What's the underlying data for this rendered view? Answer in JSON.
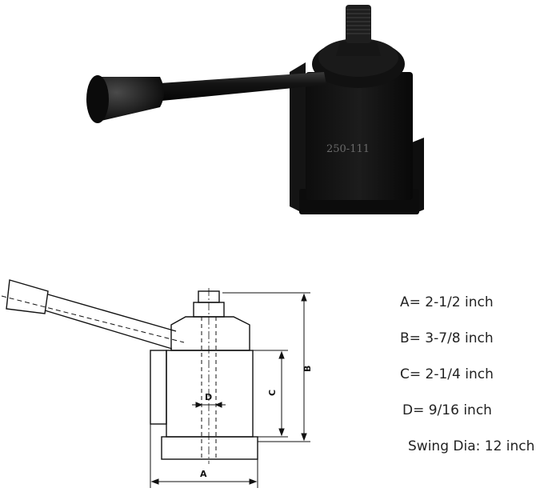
{
  "product": {
    "engraving": "250-111"
  },
  "drawing_labels": {
    "a": "A",
    "b": "B",
    "c": "C",
    "d": "D"
  },
  "specs": [
    {
      "text": "A= 2-1/2 inch"
    },
    {
      "text": "B= 3-7/8 inch"
    },
    {
      "text": "C= 2-1/4 inch"
    },
    {
      "text": "D= 9/16 inch"
    },
    {
      "text": "Swing Dia: 12 inch"
    }
  ]
}
